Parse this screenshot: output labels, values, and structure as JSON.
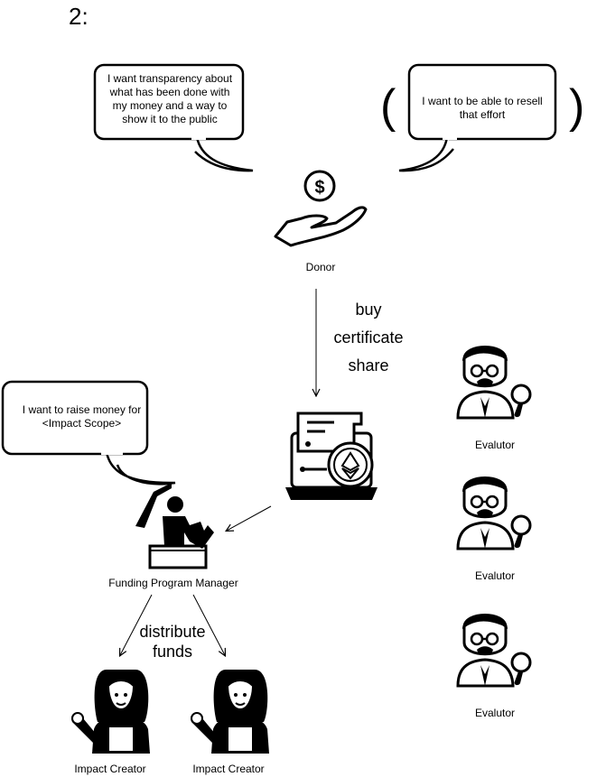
{
  "page": {
    "title": "2:"
  },
  "bubbles": {
    "donor_transparency": "I want transparency about what has been done with my money and a way to show it to the public",
    "donor_resell": "I want to be able to resell that effort",
    "manager_raise": "I want to raise money for <Impact Scope>"
  },
  "parens": {
    "open": "(",
    "close": ")"
  },
  "actors": {
    "donor": "Donor",
    "manager": "Funding Program Manager",
    "creator_1": "Impact Creator",
    "creator_2": "Impact Creator",
    "evaluator_1": "Evalutor",
    "evaluator_2": "Evalutor",
    "evaluator_3": "Evalutor"
  },
  "edges": {
    "buy": [
      "buy",
      "certificate",
      "share"
    ],
    "distribute": [
      "distribute",
      "funds"
    ]
  },
  "icons": {
    "donor": "donation-hand-icon",
    "certificate": "ethereum-certificate-laptop-icon",
    "manager": "speaker-podium-icon",
    "creator": "mechanic-woman-icon",
    "evaluator": "evaluator-magnifier-icon"
  }
}
